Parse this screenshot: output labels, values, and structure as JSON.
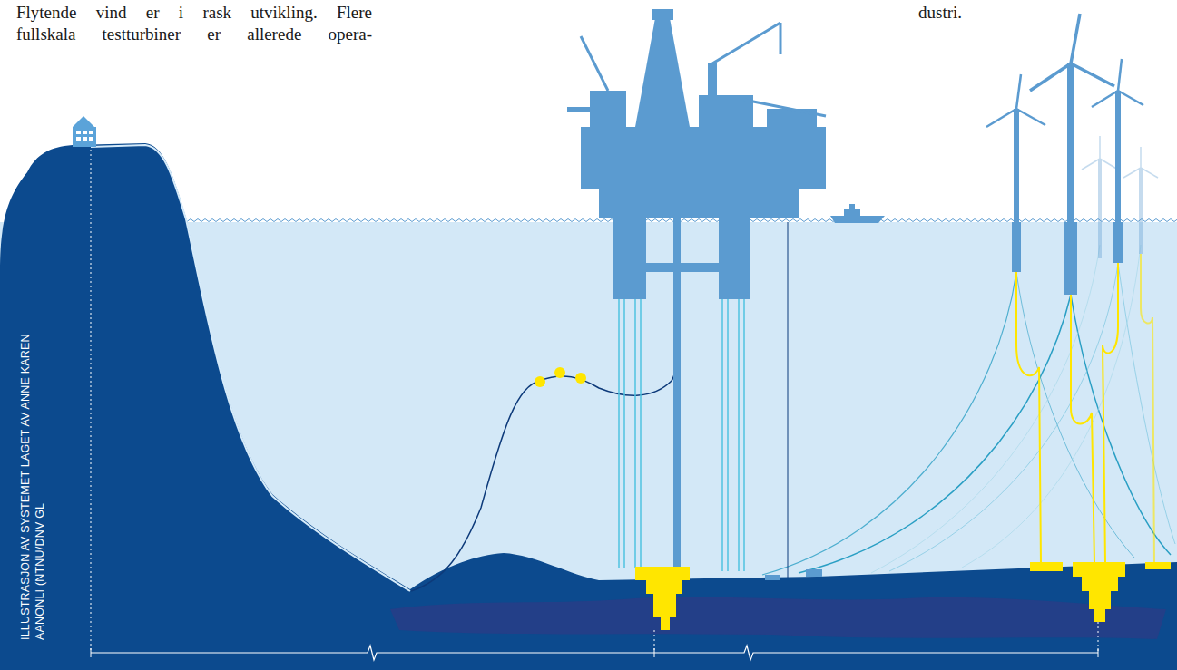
{
  "diagram": {
    "labels": [
      "Flytende vind er i rask utvikling. Flere",
      "fullskala testturbiner er allerede opera-",
      "dustri.",
      "ILLUSTRASJON AV SYSTEMET LAGET AV ANNE KAREN",
      "AANONLI (NTNU/DNV GL"
    ]
  }
}
